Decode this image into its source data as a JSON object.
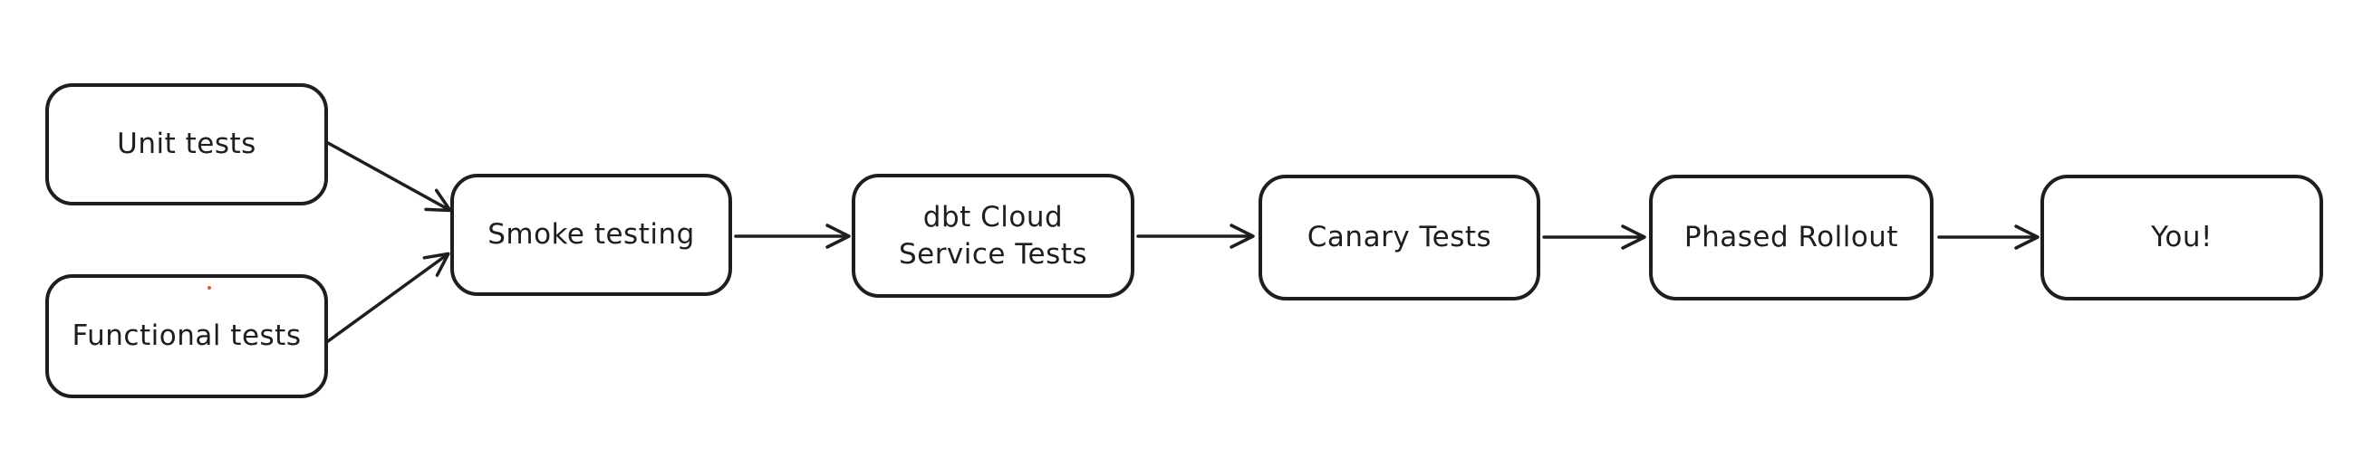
{
  "diagram": {
    "type": "flowchart",
    "direction": "left-to-right",
    "colors": {
      "stroke": "#1e1e1e",
      "background": "#ffffff",
      "node_fill": "#ffffff",
      "artifact_dot": "#e0534a"
    },
    "nodes": [
      {
        "id": "unit-tests",
        "label": "Unit tests"
      },
      {
        "id": "functional-tests",
        "label": "Functional tests"
      },
      {
        "id": "smoke-testing",
        "label": "Smoke testing"
      },
      {
        "id": "dbt-cloud-service-tests",
        "label": "dbt Cloud\nService Tests"
      },
      {
        "id": "canary-tests",
        "label": "Canary Tests"
      },
      {
        "id": "phased-rollout",
        "label": "Phased Rollout"
      },
      {
        "id": "you",
        "label": "You!"
      }
    ],
    "edges": [
      {
        "from": "unit-tests",
        "to": "smoke-testing"
      },
      {
        "from": "functional-tests",
        "to": "smoke-testing"
      },
      {
        "from": "smoke-testing",
        "to": "dbt-cloud-service-tests"
      },
      {
        "from": "dbt-cloud-service-tests",
        "to": "canary-tests"
      },
      {
        "from": "canary-tests",
        "to": "phased-rollout"
      },
      {
        "from": "phased-rollout",
        "to": "you"
      }
    ]
  }
}
